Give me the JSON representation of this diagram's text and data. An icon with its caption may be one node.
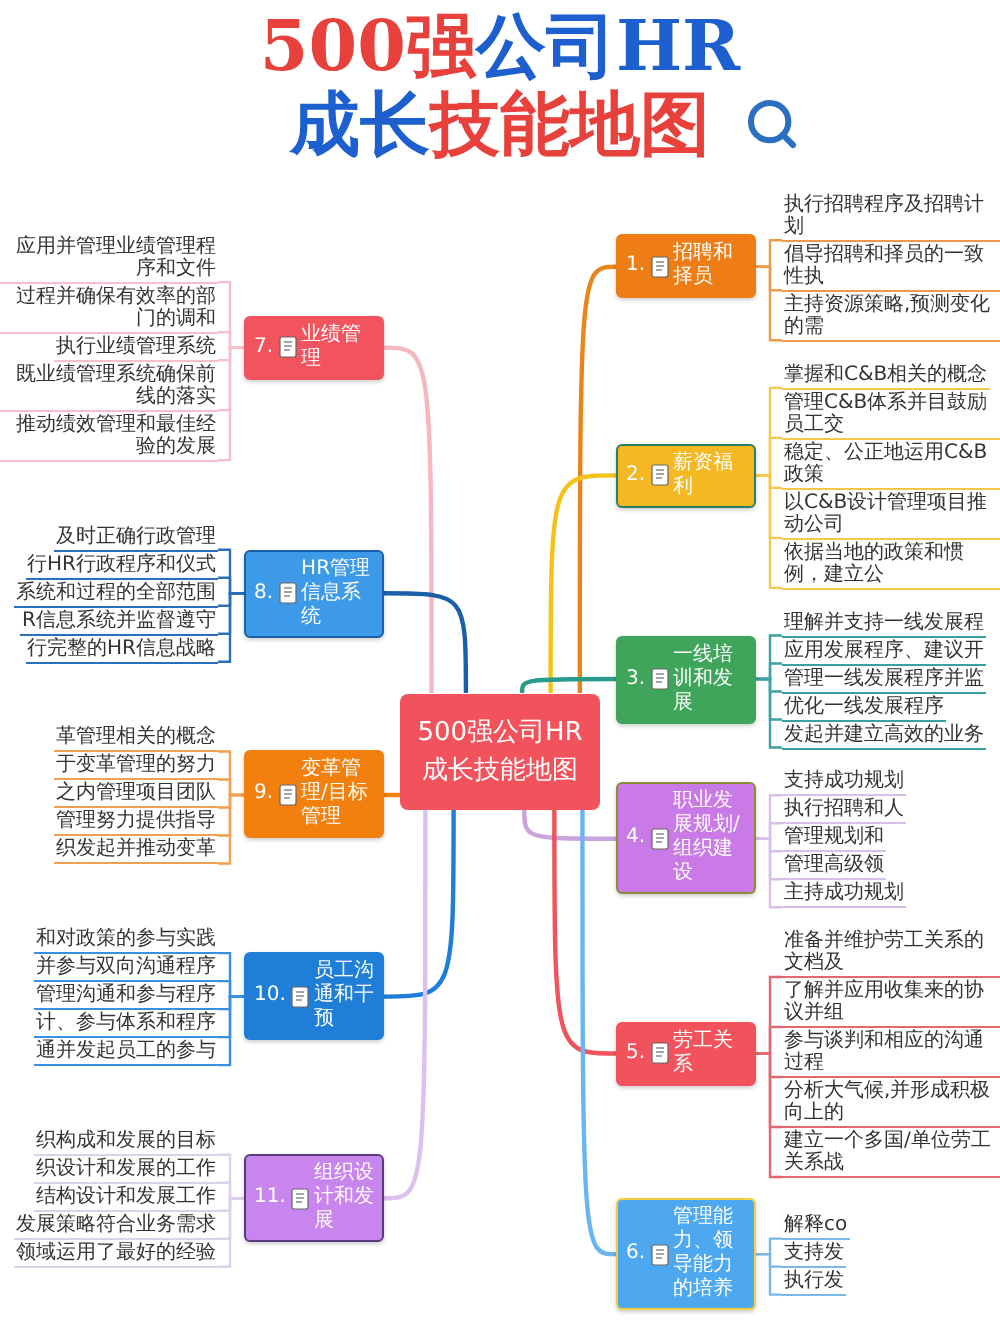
{
  "diagram": {
    "title": "500强公司HR成长技能地图",
    "nodes": [
      {
        "text": [
          "500强公司HR成长技能地图"
        ]
      },
      {
        "text": [
          "1.",
          "招聘和择员"
        ]
      },
      {
        "text": [
          "执行招聘程序及招聘计划"
        ]
      },
      {
        "text": [
          "倡导招聘和择员的一致性执"
        ]
      },
      {
        "text": [
          "主持资源策略,预测变化的需"
        ]
      },
      {
        "text": [
          "2.",
          "薪资福利"
        ]
      },
      {
        "text": [
          "掌握和C&B相关的概念"
        ]
      },
      {
        "text": [
          "管理C&B体系并目鼓励员工交"
        ]
      },
      {
        "text": [
          "稳定、公正地运用C&B政策"
        ]
      },
      {
        "text": [
          "以C&B设计管理项目推动公司"
        ]
      },
      {
        "text": [
          "依据当地的政策和惯例，建立公"
        ]
      },
      {
        "text": [
          "3.",
          "一线培训和发展"
        ]
      },
      {
        "text": [
          "理解并支持一线发展程"
        ]
      },
      {
        "text": [
          "应用发展程序、建议开"
        ]
      },
      {
        "text": [
          "管理一线发展程序并监"
        ]
      },
      {
        "text": [
          "优化一线发展程序"
        ]
      },
      {
        "text": [
          "发起并建立高效的业务"
        ]
      },
      {
        "text": [
          "4.",
          "职业发展规划/组织建设"
        ]
      },
      {
        "text": [
          "支持成功规划"
        ]
      },
      {
        "text": [
          "执行招聘和人"
        ]
      },
      {
        "text": [
          "管理规划和"
        ]
      },
      {
        "text": [
          "管理高级领"
        ]
      },
      {
        "text": [
          "主持成功规划"
        ]
      },
      {
        "text": [
          "5.",
          "劳工关系"
        ]
      },
      {
        "text": [
          "准备并维护劳工关系的文档及"
        ]
      },
      {
        "text": [
          "了解并应用收集来的协议并组"
        ]
      },
      {
        "text": [
          "参与谈判和相应的沟通过程"
        ]
      },
      {
        "text": [
          "分析大气候,并形成积极向上的"
        ]
      },
      {
        "text": [
          "建立一个多国/单位劳工关系战"
        ]
      },
      {
        "text": [
          "6.",
          "管理能力、领导能力的培养"
        ]
      },
      {
        "text": [
          "解释co"
        ]
      },
      {
        "text": [
          "支持发"
        ]
      },
      {
        "text": [
          "执行发"
        ]
      },
      {
        "text": [
          "7.",
          "业绩管理"
        ]
      },
      {
        "text": [
          "应用并管理业绩管理程序和文件"
        ]
      },
      {
        "text": [
          "过程并确保有效率的部门的调和"
        ]
      },
      {
        "text": [
          "执行业绩管理系统"
        ]
      },
      {
        "text": [
          "既业绩管理系统确保前线的落实"
        ]
      },
      {
        "text": [
          "推动绩效管理和最佳经验的发展"
        ]
      },
      {
        "text": [
          "8.",
          "HR管理信息系统"
        ]
      },
      {
        "text": [
          "及时正确行政管理"
        ]
      },
      {
        "text": [
          "行HR行政程序和仪式"
        ]
      },
      {
        "text": [
          "系统和过程的全部范围"
        ]
      },
      {
        "text": [
          "R信息系统并监督遵守"
        ]
      },
      {
        "text": [
          "行完整的HR信息战略"
        ]
      },
      {
        "text": [
          "9.",
          "变革管理/目标管理"
        ]
      },
      {
        "text": [
          "革管理相关的概念"
        ]
      },
      {
        "text": [
          "于变革管理的努力"
        ]
      },
      {
        "text": [
          "之内管理项目团队"
        ]
      },
      {
        "text": [
          "管理努力提供指导"
        ]
      },
      {
        "text": [
          "织发起并推动变革"
        ]
      },
      {
        "text": [
          "10.",
          "员工沟通和干预"
        ]
      },
      {
        "text": [
          "和对政策的参与实践"
        ]
      },
      {
        "text": [
          "并参与双向沟通程序"
        ]
      },
      {
        "text": [
          "管理沟通和参与程序"
        ]
      },
      {
        "text": [
          "计、参与体系和程序"
        ]
      },
      {
        "text": [
          "通并发起员工的参与"
        ]
      },
      {
        "text": [
          "11.",
          "组织设计和发展"
        ]
      },
      {
        "text": [
          "织构成和发展的目标"
        ]
      },
      {
        "text": [
          "织设计和发展的工作"
        ]
      },
      {
        "text": [
          "结构设计和发展工作"
        ]
      },
      {
        "text": [
          "发展策略符合业务需求"
        ]
      },
      {
        "text": [
          "领域运用了最好的经验"
        ]
      }
    ],
    "edges": [
      {
        "from": 0,
        "to": 1,
        "arrow": "none",
        "color": "#e8861c"
      },
      {
        "from": 1,
        "to": 2,
        "arrow": "none",
        "color": "#ed9a4a"
      },
      {
        "from": 1,
        "to": 3,
        "arrow": "none",
        "color": "#ed9a4a"
      },
      {
        "from": 1,
        "to": 4,
        "arrow": "none",
        "color": "#ed9a4a"
      },
      {
        "from": 0,
        "to": 5,
        "arrow": "none",
        "color": "#f5c21a"
      },
      {
        "from": 5,
        "to": 6,
        "arrow": "none",
        "color": "#f5c84a"
      },
      {
        "from": 5,
        "to": 7,
        "arrow": "none",
        "color": "#f5c84a"
      },
      {
        "from": 5,
        "to": 8,
        "arrow": "none",
        "color": "#f5c84a"
      },
      {
        "from": 5,
        "to": 9,
        "arrow": "none",
        "color": "#f5c84a"
      },
      {
        "from": 5,
        "to": 10,
        "arrow": "none",
        "color": "#f5c84a"
      },
      {
        "from": 0,
        "to": 11,
        "arrow": "none",
        "color": "#2a9a8a"
      },
      {
        "from": 11,
        "to": 12,
        "arrow": "none",
        "color": "#3aa0a0"
      },
      {
        "from": 11,
        "to": 13,
        "arrow": "none",
        "color": "#3aa0a0"
      },
      {
        "from": 11,
        "to": 14,
        "arrow": "none",
        "color": "#3aa0a0"
      },
      {
        "from": 11,
        "to": 15,
        "arrow": "none",
        "color": "#3aa0a0"
      },
      {
        "from": 11,
        "to": 16,
        "arrow": "none",
        "color": "#3aa0a0"
      },
      {
        "from": 0,
        "to": 17,
        "arrow": "none",
        "color": "#c9a2e0"
      },
      {
        "from": 17,
        "to": 18,
        "arrow": "none",
        "color": "#d8c0e8"
      },
      {
        "from": 17,
        "to": 19,
        "arrow": "none",
        "color": "#d8c0e8"
      },
      {
        "from": 17,
        "to": 20,
        "arrow": "none",
        "color": "#d8c0e8"
      },
      {
        "from": 17,
        "to": 21,
        "arrow": "none",
        "color": "#d8c0e8"
      },
      {
        "from": 17,
        "to": 22,
        "arrow": "none",
        "color": "#d8c0e8"
      },
      {
        "from": 0,
        "to": 23,
        "arrow": "none",
        "color": "#f2525c"
      },
      {
        "from": 23,
        "to": 24,
        "arrow": "none",
        "color": "#e06870"
      },
      {
        "from": 23,
        "to": 25,
        "arrow": "none",
        "color": "#e06870"
      },
      {
        "from": 23,
        "to": 26,
        "arrow": "none",
        "color": "#e06870"
      },
      {
        "from": 23,
        "to": 27,
        "arrow": "none",
        "color": "#e06870"
      },
      {
        "from": 23,
        "to": 28,
        "arrow": "none",
        "color": "#e06870"
      },
      {
        "from": 0,
        "to": 29,
        "arrow": "none",
        "color": "#6ab4f0"
      },
      {
        "from": 29,
        "to": 30,
        "arrow": "none",
        "color": "#7ab8e8"
      },
      {
        "from": 29,
        "to": 31,
        "arrow": "none",
        "color": "#7ab8e8"
      },
      {
        "from": 29,
        "to": 32,
        "arrow": "none",
        "color": "#7ab8e8"
      },
      {
        "from": 0,
        "to": 33,
        "arrow": "none",
        "color": "#f7b7c0"
      },
      {
        "from": 33,
        "to": 34,
        "arrow": "none",
        "color": "#f7c0c8"
      },
      {
        "from": 33,
        "to": 35,
        "arrow": "none",
        "color": "#f7c0c8"
      },
      {
        "from": 33,
        "to": 36,
        "arrow": "none",
        "color": "#f7c0c8"
      },
      {
        "from": 33,
        "to": 37,
        "arrow": "none",
        "color": "#f7c0c8"
      },
      {
        "from": 33,
        "to": 38,
        "arrow": "none",
        "color": "#f7c0c8"
      },
      {
        "from": 0,
        "to": 39,
        "arrow": "none",
        "color": "#1a5fa8"
      },
      {
        "from": 39,
        "to": 40,
        "arrow": "none",
        "color": "#2a70b8"
      },
      {
        "from": 39,
        "to": 41,
        "arrow": "none",
        "color": "#2a70b8"
      },
      {
        "from": 39,
        "to": 42,
        "arrow": "none",
        "color": "#2a70b8"
      },
      {
        "from": 39,
        "to": 43,
        "arrow": "none",
        "color": "#2a70b8"
      },
      {
        "from": 39,
        "to": 44,
        "arrow": "none",
        "color": "#2a70b8"
      },
      {
        "from": 0,
        "to": 45,
        "arrow": "none",
        "color": "#f2800f"
      },
      {
        "from": 45,
        "to": 46,
        "arrow": "none",
        "color": "#f0a050"
      },
      {
        "from": 45,
        "to": 47,
        "arrow": "none",
        "color": "#f0a050"
      },
      {
        "from": 45,
        "to": 48,
        "arrow": "none",
        "color": "#f0a050"
      },
      {
        "from": 45,
        "to": 49,
        "arrow": "none",
        "color": "#f0a050"
      },
      {
        "from": 45,
        "to": 50,
        "arrow": "none",
        "color": "#f0a050"
      },
      {
        "from": 0,
        "to": 51,
        "arrow": "none",
        "color": "#1f7ed8"
      },
      {
        "from": 51,
        "to": 52,
        "arrow": "none",
        "color": "#3a90e0"
      },
      {
        "from": 51,
        "to": 53,
        "arrow": "none",
        "color": "#3a90e0"
      },
      {
        "from": 51,
        "to": 54,
        "arrow": "none",
        "color": "#3a90e0"
      },
      {
        "from": 51,
        "to": 55,
        "arrow": "none",
        "color": "#3a90e0"
      },
      {
        "from": 51,
        "to": 56,
        "arrow": "none",
        "color": "#3a90e0"
      },
      {
        "from": 0,
        "to": 57,
        "arrow": "none",
        "color": "#dcc0ee"
      },
      {
        "from": 57,
        "to": 58,
        "arrow": "none",
        "color": "#ddd0ea"
      },
      {
        "from": 57,
        "to": 59,
        "arrow": "none",
        "color": "#ddd0ea"
      },
      {
        "from": 57,
        "to": 60,
        "arrow": "none",
        "color": "#ddd0ea"
      },
      {
        "from": 57,
        "to": 61,
        "arrow": "none",
        "color": "#ddd0ea"
      },
      {
        "from": 57,
        "to": 62,
        "arrow": "none",
        "color": "#ddd0ea"
      }
    ]
  }
}
